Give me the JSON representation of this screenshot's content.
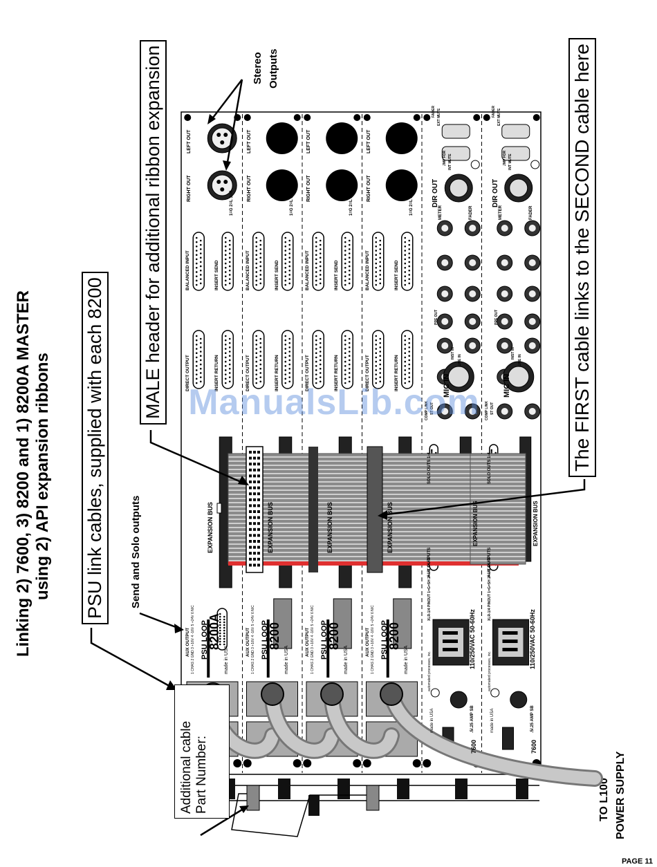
{
  "title": {
    "line1": "Linking 2) 7600, 3) 8200 and 1) 8200A MASTER",
    "line2": "using 2) API expansion ribbons"
  },
  "callouts": {
    "psu_link": "PSU link cables, supplied with each 8200",
    "male_header": "MALE header for additional ribbon expansion",
    "first_cable": "The FIRST cable links to the SECOND cable here",
    "send_solo": "Send and Solo outputs",
    "stereo_line1": "Stereo",
    "stereo_line2": "Outputs",
    "cable_part_line1": "Additional cable",
    "cable_part_line2": "Part Number:",
    "to_l100_line1": "TO L100",
    "to_l100_line2": "POWER SUPPLY"
  },
  "modules": [
    {
      "model": "8200A",
      "type": "8200"
    },
    {
      "model": "8200",
      "type": "8200"
    },
    {
      "model": "8200",
      "type": "8200"
    },
    {
      "model": "8200",
      "type": "8200"
    },
    {
      "model": "7600",
      "type": "7600"
    },
    {
      "model": "7600",
      "type": "7600"
    }
  ],
  "panel_labels": {
    "left_out": "LEFT OUT",
    "right_out": "RIGHT OUT",
    "balanced_input": "BALANCED INPUT",
    "insert_send": "INSERT SEND",
    "direct_output": "DIRECT OUTPUT",
    "insert_return": "INSERT RETURN",
    "expansion_bus": "EXPANSION BUS",
    "aux_output": "AUX OUTPUT",
    "psu_loop": "PSU LOOP",
    "made_in_usa": "made in USA",
    "pin_legend": "1=G 2=L 3=R",
    "psu_pins": "1 CHAS 2 GND 3 +16V 4 -16V 5 +24V 6 N/C",
    "dir_out": "DIR OUT",
    "mic_in": "MIC IN",
    "fader": "FADER",
    "meter": "METER",
    "jmp_for": "JMP FOR",
    "int_mute": "INT MUTE",
    "ext_mute": "EXT MUTE",
    "mains": "110/250VAC 50-60Hz",
    "fuse": ".5/.25 AMP SB",
    "maker": "automated processes, inc.",
    "xlr_pinout": "XLR-1/4 PINOUT 1=G=SH 2=+=T 3=-=R",
    "line_in": "LINE IN",
    "inst_in": "INST IN",
    "pre_out": "PRE OUT",
    "comp_link": "COMP LINK",
    "st_out": "ST OUT",
    "aux_outputs": "AUX OUTPUTS",
    "solo_outs": "SOLO OUTS 1-4"
  },
  "watermark": "ManualsLib.com",
  "page_number": "PAGE 11"
}
